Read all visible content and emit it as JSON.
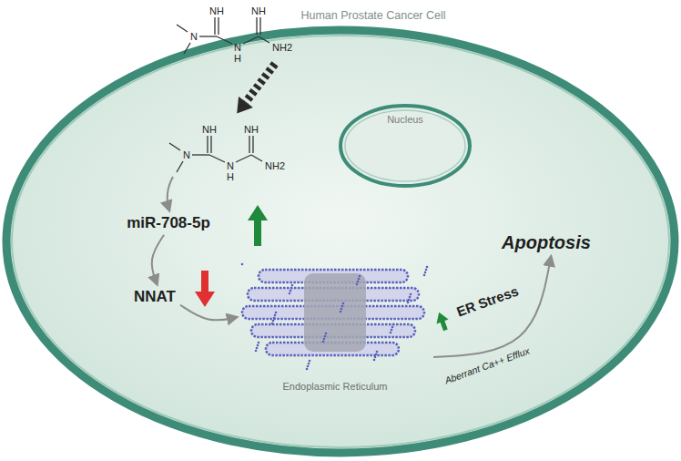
{
  "diagram": {
    "nodes": [
      {
        "text": [
          "Human Prostate Cancer Cell"
        ]
      },
      {
        "text": [
          "Nucleus"
        ],
        "in": 0
      },
      {
        "text": [
          "miR-708-5p"
        ],
        "in": 0
      },
      {
        "text": [
          "NNAT"
        ],
        "in": 0
      },
      {
        "text": [
          "Endoplasmic Reticulum"
        ],
        "in": 0
      },
      {
        "text": [
          "Apoptosis"
        ],
        "in": 0
      }
    ],
    "edges": [
      {
        "from": 2,
        "to": 3,
        "arrow": "to"
      },
      {
        "from": 3,
        "to": 4,
        "arrow": "to"
      },
      {
        "from": 4,
        "to": 5,
        "arrow": "to",
        "label": "ER Stress"
      }
    ],
    "labels": [
      "NH",
      "NH",
      "N",
      "N",
      "H",
      "NH2",
      "NH",
      "NH",
      "N",
      "N",
      "H",
      "NH2",
      "Aberrant Ca++ Efflux"
    ]
  }
}
